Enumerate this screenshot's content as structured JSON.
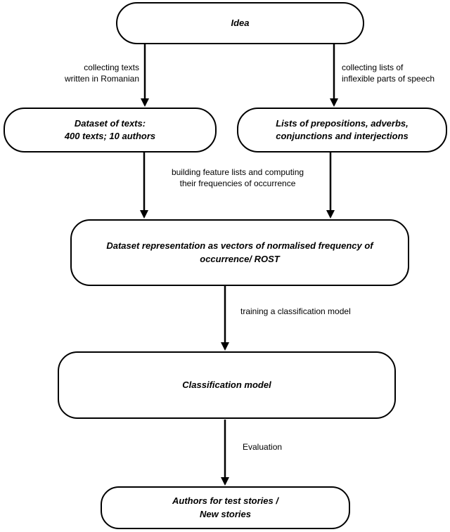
{
  "diagram": {
    "colors": {
      "line": "#000000",
      "text": "#000000",
      "background": "#ffffff"
    },
    "nodes": {
      "idea": "Idea",
      "dataset": "Dataset of texts:\n400 texts; 10 authors",
      "lists": "Lists of prepositions, adverbs,\nconjunctions and interjections",
      "representation": "Dataset representation as vectors of normalised frequency of\noccurrence/ ROST",
      "classification": "Classification model",
      "authors": "Authors for test stories /\nNew stories"
    },
    "edges": {
      "collect_texts": "collecting texts\nwritten in Romanian",
      "collect_lists": "collecting lists of\ninflexible parts of speech",
      "building": "building feature lists and computing\ntheir frequencies of occurrence",
      "training": "training a classification model",
      "evaluation": "Evaluation"
    }
  }
}
